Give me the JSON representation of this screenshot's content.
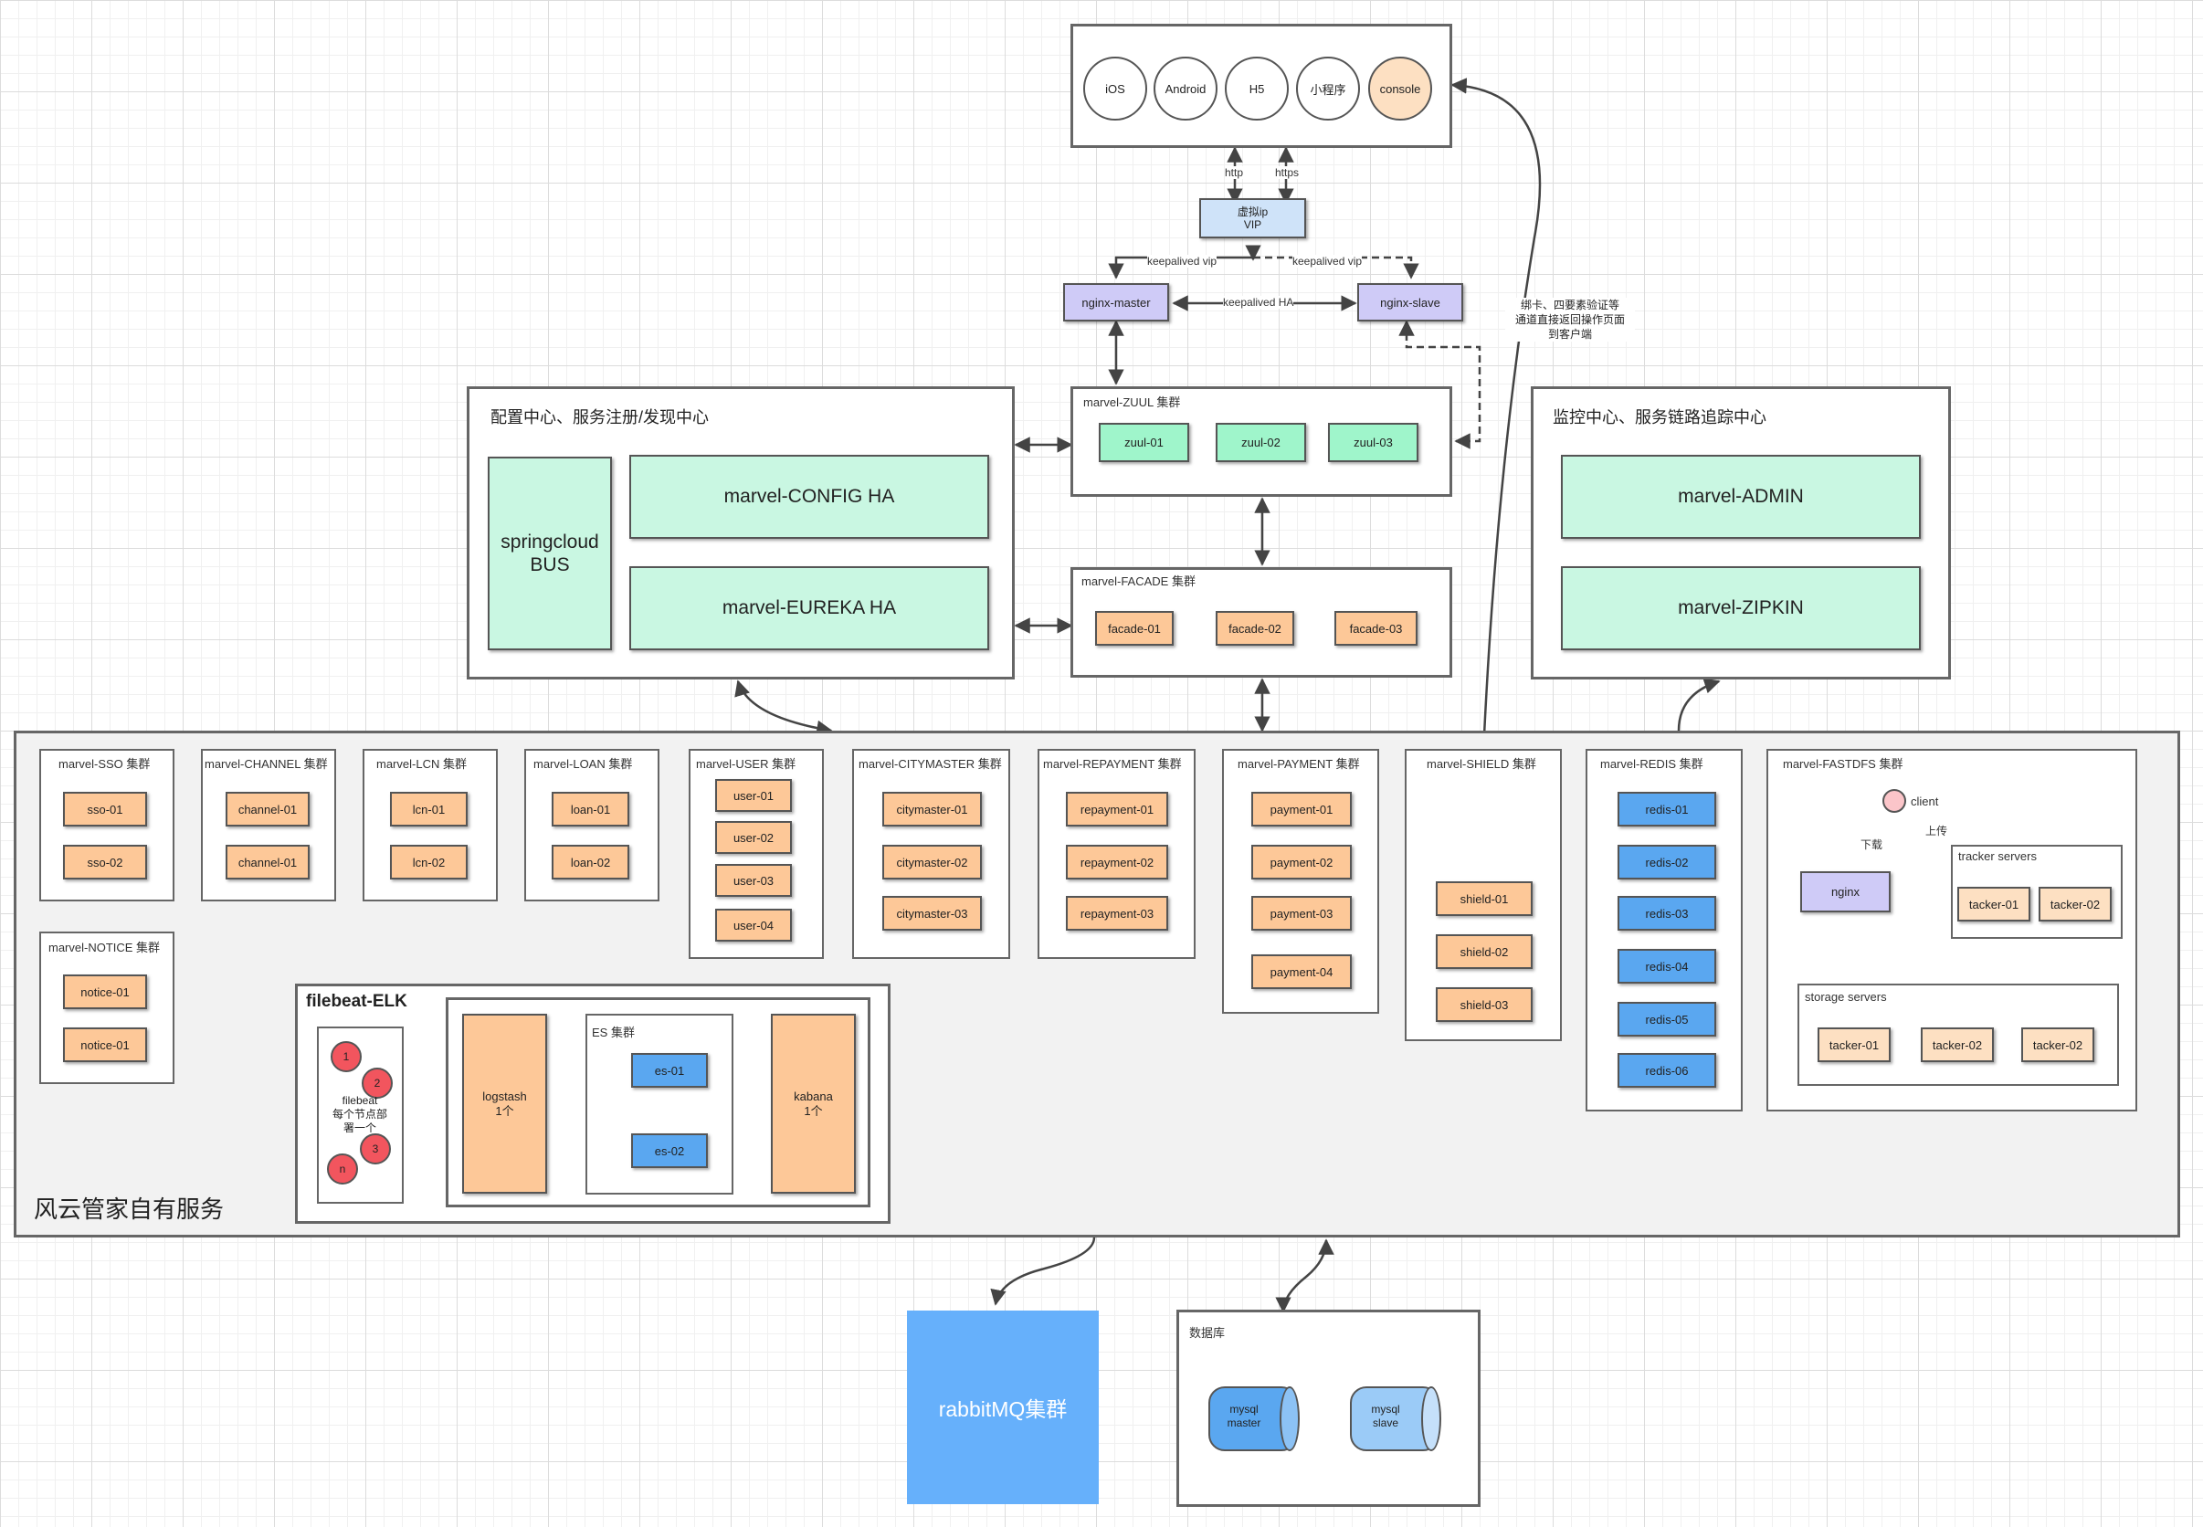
{
  "clients": [
    "iOS",
    "Android",
    "H5",
    "小程序",
    "console"
  ],
  "protocols": {
    "http": "http",
    "https": "https"
  },
  "vip": {
    "line1": "虚拟ip",
    "line2": "VIP"
  },
  "nginx": {
    "master": "nginx-master",
    "slave": "nginx-slave",
    "vip_label": "keepalived vip",
    "ha_label": "keepalived HA"
  },
  "shield_note": [
    "绑卡、四要素验证等",
    "通道直接返回操作页面",
    "到客户端"
  ],
  "config_center": {
    "title": "配置中心、服务注册/发现中心",
    "bus_line1": "springcloud",
    "bus_line2": "BUS",
    "config": "marvel-CONFIG HA",
    "eureka": "marvel-EUREKA HA"
  },
  "zuul": {
    "title": "marvel-ZUUL 集群",
    "nodes": [
      "zuul-01",
      "zuul-02",
      "zuul-03"
    ]
  },
  "facade": {
    "title": "marvel-FACADE 集群",
    "nodes": [
      "facade-01",
      "facade-02",
      "facade-03"
    ]
  },
  "monitor": {
    "title": "监控中心、服务链路追踪中心",
    "admin": "marvel-ADMIN",
    "zipkin": "marvel-ZIPKIN"
  },
  "services_title": "风云管家自有服务",
  "clusters": {
    "sso": {
      "title": "marvel-SSO 集群",
      "nodes": [
        "sso-01",
        "sso-02"
      ]
    },
    "channel": {
      "title": "marvel-CHANNEL 集群",
      "nodes": [
        "channel-01",
        "channel-01"
      ]
    },
    "lcn": {
      "title": "marvel-LCN 集群",
      "nodes": [
        "lcn-01",
        "lcn-02"
      ]
    },
    "loan": {
      "title": "marvel-LOAN 集群",
      "nodes": [
        "loan-01",
        "loan-02"
      ]
    },
    "user": {
      "title": "marvel-USER 集群",
      "nodes": [
        "user-01",
        "user-02",
        "user-03",
        "user-04"
      ]
    },
    "citymaster": {
      "title": "marvel-CITYMASTER 集群",
      "nodes": [
        "citymaster-01",
        "citymaster-02",
        "citymaster-03"
      ]
    },
    "repayment": {
      "title": "marvel-REPAYMENT 集群",
      "nodes": [
        "repayment-01",
        "repayment-02",
        "repayment-03"
      ]
    },
    "payment": {
      "title": "marvel-PAYMENT 集群",
      "nodes": [
        "payment-01",
        "payment-02",
        "payment-03",
        "payment-04"
      ]
    },
    "shield": {
      "title": "marvel-SHIELD 集群",
      "nodes": [
        "shield-01",
        "shield-02",
        "shield-03"
      ]
    },
    "redis": {
      "title": "marvel-REDIS 集群",
      "nodes": [
        "redis-01",
        "redis-02",
        "redis-03",
        "redis-04",
        "redis-05",
        "redis-06"
      ]
    },
    "notice": {
      "title": "marvel-NOTICE 集群",
      "nodes": [
        "notice-01",
        "notice-01"
      ]
    }
  },
  "fastdfs": {
    "title": "marvel-FASTDFS 集群",
    "client": "client",
    "download": "下载",
    "upload": "上传",
    "nginx": "nginx",
    "tracker_title": "tracker servers",
    "trackers": [
      "tacker-01",
      "tacker-02"
    ],
    "storage_title": "storage servers",
    "storages": [
      "tacker-01",
      "tacker-02",
      "tacker-02"
    ]
  },
  "elk": {
    "title": "filebeat-ELK",
    "beats": [
      "1",
      "2",
      "3",
      "n"
    ],
    "filebeat_lines": [
      "filebeat",
      "每个节点部",
      "署一个"
    ],
    "logstash": [
      "logstash",
      "1个"
    ],
    "es_title": "ES 集群",
    "es_nodes": [
      "es-01",
      "es-02"
    ],
    "kabana": [
      "kabana",
      "1个"
    ]
  },
  "rabbitmq": "rabbitMQ集群",
  "database": {
    "title": "数据库",
    "master": [
      "mysql",
      "master"
    ],
    "slave": [
      "mysql",
      "slave"
    ]
  }
}
